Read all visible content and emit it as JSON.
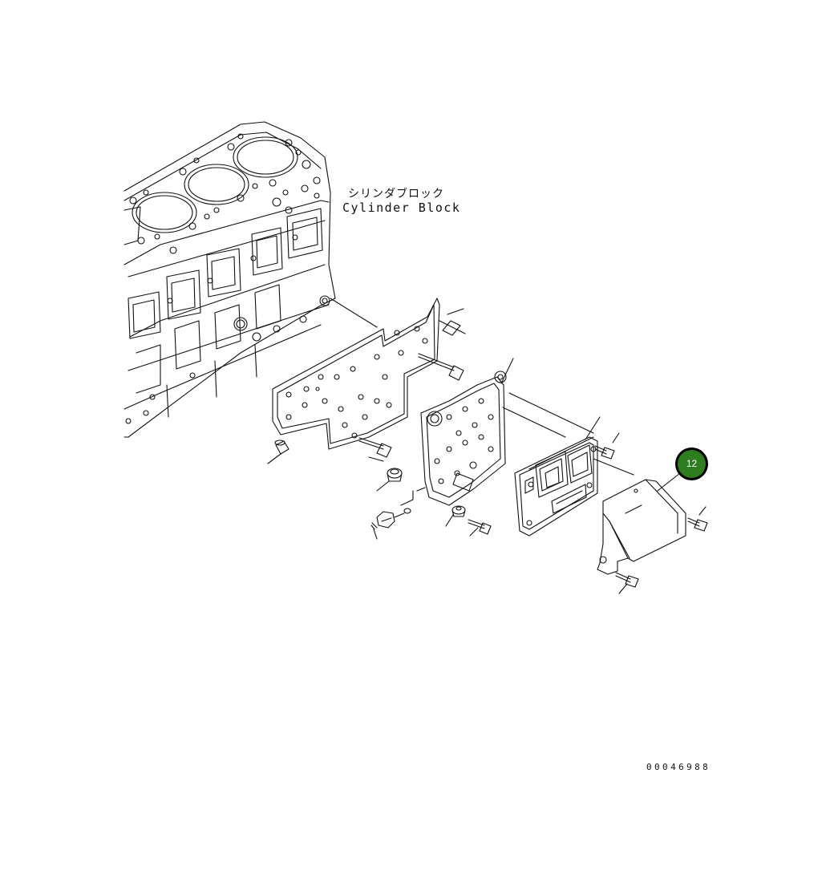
{
  "labels": {
    "cylinder_block_jp": "シリンダブロック",
    "cylinder_block_en": "Cylinder Block"
  },
  "callout": {
    "number": "12",
    "color": "#2e7d1f"
  },
  "catalog_number": "00046988"
}
